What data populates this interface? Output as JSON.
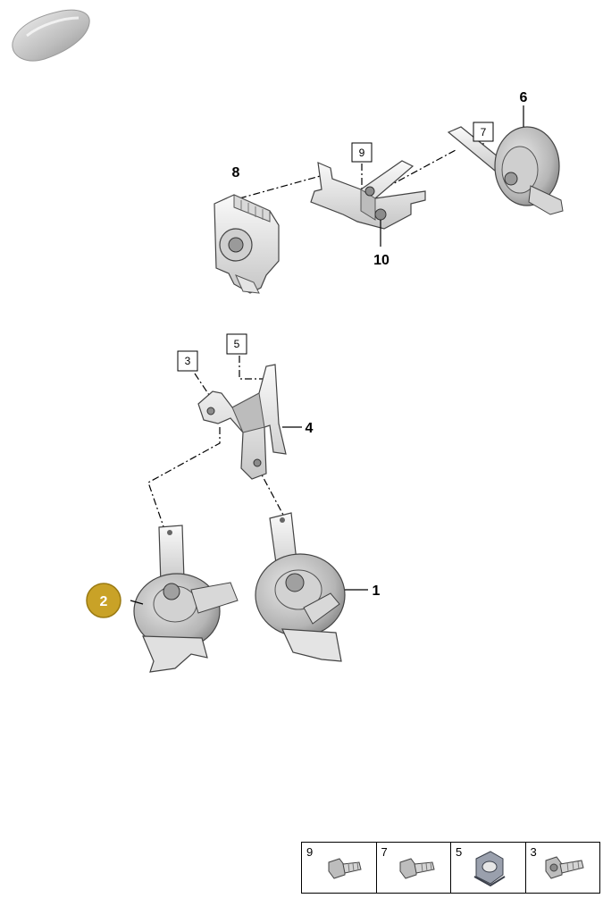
{
  "callouts": {
    "p1": "1",
    "p2": "2",
    "p3": "3",
    "p4": "4",
    "p5": "5",
    "p6": "6",
    "p7": "7",
    "p8": "8",
    "p9": "9",
    "p10": "10"
  },
  "highlight_color": "#C9A227",
  "legend": [
    {
      "label": "9",
      "icon": "bolt-icon"
    },
    {
      "label": "7",
      "icon": "bolt-icon"
    },
    {
      "label": "5",
      "icon": "nut-icon"
    },
    {
      "label": "3",
      "icon": "screw-icon"
    }
  ]
}
